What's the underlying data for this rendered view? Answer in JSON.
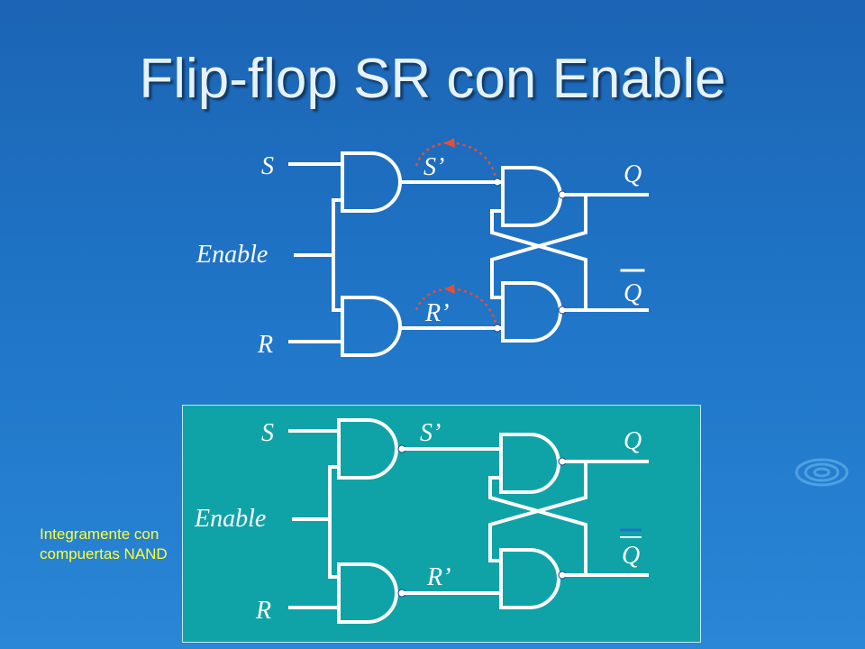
{
  "title": "Flip-flop SR con Enable",
  "note": "Integramente con compuertas NAND",
  "labels": {
    "s": "S",
    "enable": "Enable",
    "r": "R",
    "s_prime": "S’",
    "r_prime": "R’",
    "q": "Q",
    "q_bar": "Q"
  },
  "colors": {
    "background": "#1f74c6",
    "panel": "#0fa3a8",
    "note": "#ffff33",
    "highlight_arrow": "#e2503a"
  }
}
